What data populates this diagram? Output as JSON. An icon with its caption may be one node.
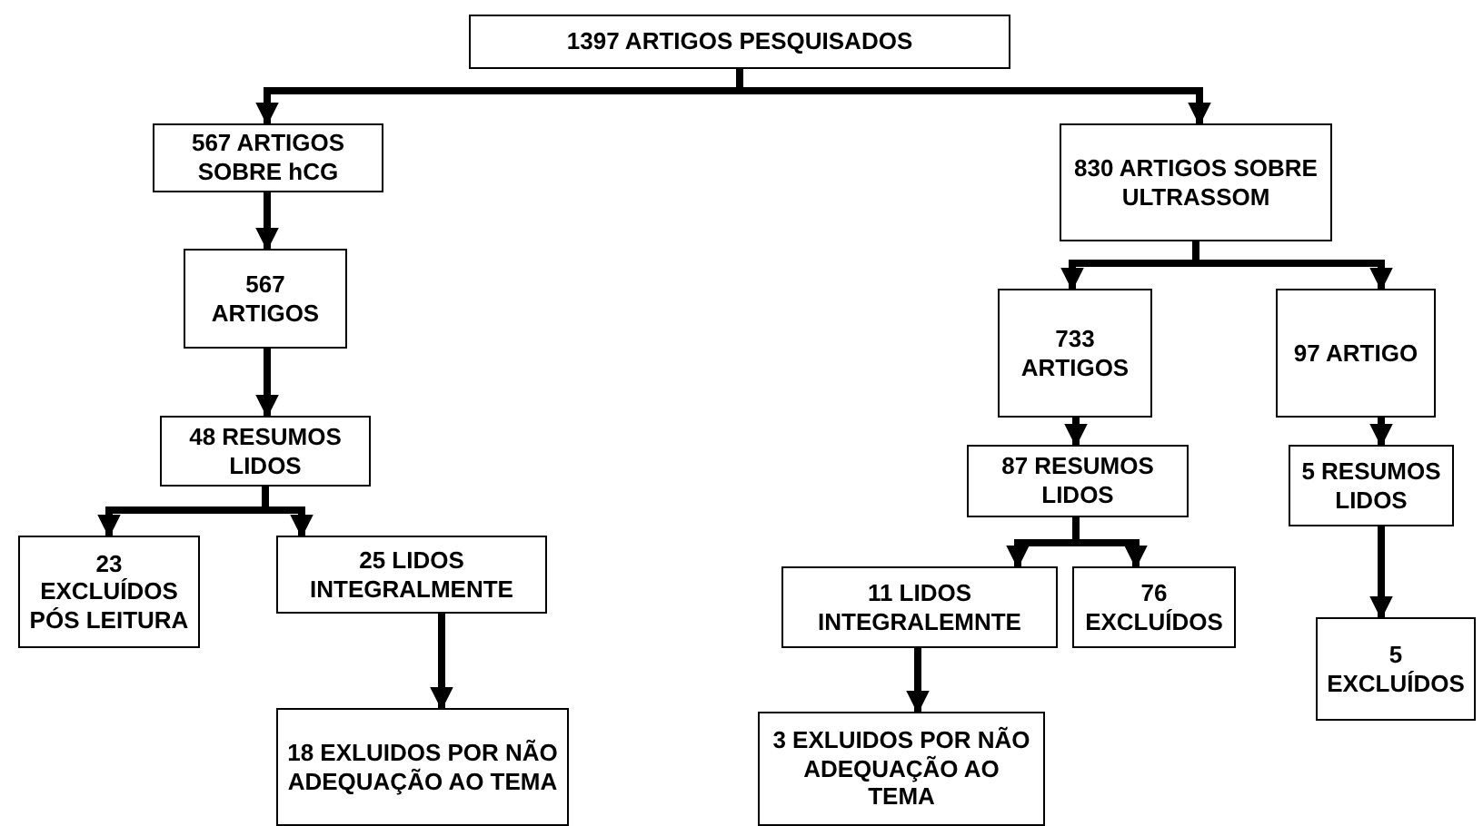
{
  "diagram": {
    "nodes": [
      {
        "text": [
          "1397 ARTIGOS PESQUISADOS"
        ]
      },
      {
        "text": [
          "567 ARTIGOS SOBRE hCG"
        ]
      },
      {
        "text": [
          "830 ARTIGOS SOBRE ULTRASSOM"
        ]
      },
      {
        "text": [
          "567 ARTIGOS"
        ]
      },
      {
        "text": [
          "48 RESUMOS LIDOS"
        ]
      },
      {
        "text": [
          "23 EXCLUÍDOS PÓS LEITURA"
        ]
      },
      {
        "text": [
          "25 LIDOS INTEGRALMENTE"
        ]
      },
      {
        "text": [
          "18 EXLUIDOS POR NÃO ADEQUAÇÃO AO TEMA"
        ]
      },
      {
        "text": [
          "733 ARTIGOS"
        ]
      },
      {
        "text": [
          "97 ARTIGO"
        ]
      },
      {
        "text": [
          "87 RESUMOS LIDOS"
        ]
      },
      {
        "text": [
          "5 RESUMOS LIDOS"
        ]
      },
      {
        "text": [
          "11 LIDOS INTEGRALEMNTE"
        ]
      },
      {
        "text": [
          "76 EXCLUÍDOS"
        ]
      },
      {
        "text": [
          "5 EXCLUÍDOS"
        ]
      },
      {
        "text": [
          "3 EXLUIDOS POR NÃO ADEQUAÇÃO AO TEMA"
        ]
      }
    ],
    "edges": [
      {
        "from": 0,
        "to": 1,
        "arrow": "to"
      },
      {
        "from": 0,
        "to": 2,
        "arrow": "to"
      },
      {
        "from": 1,
        "to": 3,
        "arrow": "to"
      },
      {
        "from": 3,
        "to": 4,
        "arrow": "to"
      },
      {
        "from": 4,
        "to": 5,
        "arrow": "to"
      },
      {
        "from": 4,
        "to": 6,
        "arrow": "to"
      },
      {
        "from": 6,
        "to": 7,
        "arrow": "to"
      },
      {
        "from": 2,
        "to": 8,
        "arrow": "to"
      },
      {
        "from": 2,
        "to": 9,
        "arrow": "to"
      },
      {
        "from": 8,
        "to": 10,
        "arrow": "to"
      },
      {
        "from": 9,
        "to": 11,
        "arrow": "to"
      },
      {
        "from": 10,
        "to": 12,
        "arrow": "to"
      },
      {
        "from": 10,
        "to": 13,
        "arrow": "to"
      },
      {
        "from": 11,
        "to": 14,
        "arrow": "to"
      },
      {
        "from": 12,
        "to": 15,
        "arrow": "to"
      }
    ]
  }
}
